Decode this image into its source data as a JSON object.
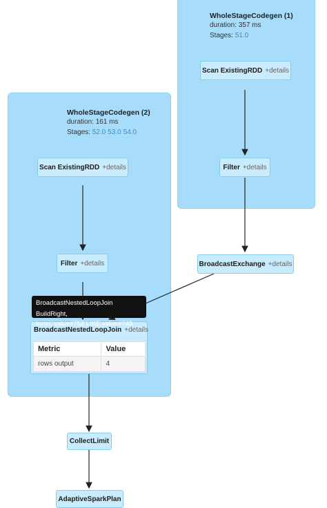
{
  "clusters": [
    {
      "title": "WholeStageCodegen (1)",
      "duration": "duration: 357 ms",
      "stages_label": "Stages:",
      "stages": [
        "51.0"
      ]
    },
    {
      "title": "WholeStageCodegen (2)",
      "duration": "duration: 161 ms",
      "stages_label": "Stages:",
      "stages": [
        "52.0",
        "53.0",
        "54.0"
      ]
    }
  ],
  "nodes": {
    "scan1": {
      "name": "Scan ExistingRDD",
      "details": "+details"
    },
    "filter1": {
      "name": "Filter",
      "details": "+details"
    },
    "broadcast_exchange": {
      "name": "BroadcastExchange",
      "details": "+details"
    },
    "scan2": {
      "name": "Scan ExistingRDD",
      "details": "+details"
    },
    "filter2": {
      "name": "Filter",
      "details": "+details"
    },
    "bnlj": {
      "name": "BroadcastNestedLoopJoin",
      "details": "+details"
    },
    "collect_limit": {
      "name": "CollectLimit"
    },
    "adaptive_spark_plan": {
      "name": "AdaptiveSparkPlan"
    }
  },
  "tooltip": {
    "line1": "BroadcastNestedLoopJoin BuildRight,",
    "line2": "Inner, value#752 LIKE value#749"
  },
  "metrics_table": {
    "headers": [
      "Metric",
      "Value"
    ],
    "rows": [
      [
        "rows output",
        "4"
      ]
    ]
  },
  "colors": {
    "cluster_bg": "#a7dcfa",
    "node_bg": "#c8ebfd",
    "edge": "#222222",
    "link": "#3a8ecb"
  }
}
